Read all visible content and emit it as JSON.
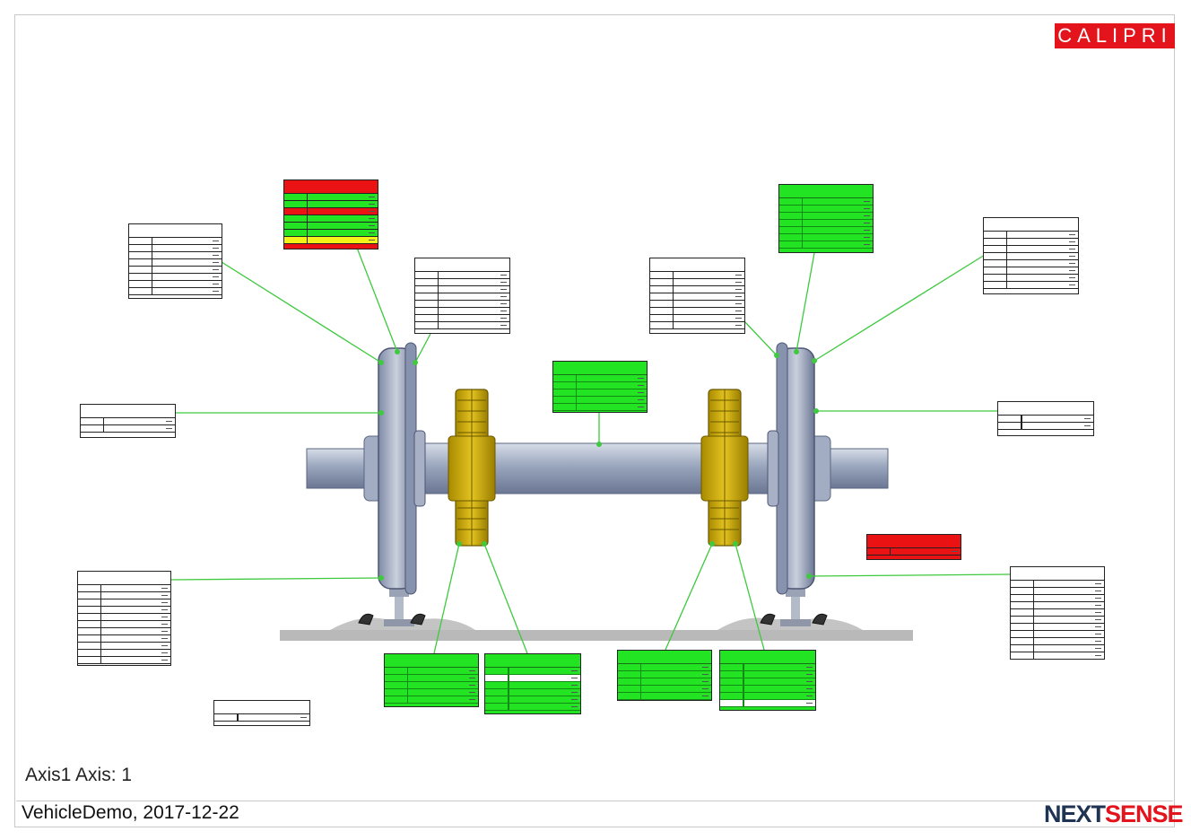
{
  "header": {
    "logo_text": "CALIPRI"
  },
  "caption": {
    "axis": "Axis1 Axis: 1",
    "vehicle": "VehicleDemo, 2017-12-22"
  },
  "footer": {
    "logo_next": "NEXT",
    "logo_sense": "SENSE"
  },
  "colors": {
    "ok": "#22e422",
    "fail": "#ea1212",
    "warning": "#f3f31a",
    "leader_line": "#3ec93e",
    "brand_red": "#e3141c",
    "brand_navy": "#1f3352"
  }
}
